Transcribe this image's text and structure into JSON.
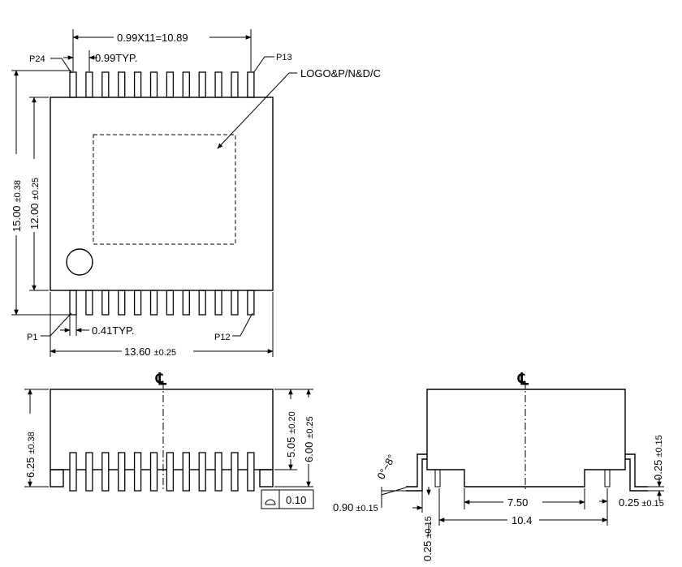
{
  "top_view": {
    "pitch_total": "0.99X11=10.89",
    "pitch_typ": "0.99TYP.",
    "pin_top_left": "P24",
    "pin_top_right": "P13",
    "pin_bottom_left": "P1",
    "pin_bottom_right": "P12",
    "marking": "LOGO&P/N&D/C",
    "lead_width": "0.41TYP.",
    "body_width_val": "13.60",
    "body_width_tol": "±0.25",
    "overall_height_val": "15.00",
    "overall_height_tol": "±0.38",
    "body_height_val": "12.00",
    "body_height_tol": "±0.25"
  },
  "side_view": {
    "centerline": "℄",
    "height_val": "6.25",
    "height_tol": "±0.38",
    "body_h_val": "5.05",
    "body_h_tol": "±0.20",
    "overall_val": "6.00",
    "overall_tol": "±0.25",
    "flatness": "0.10"
  },
  "end_view": {
    "centerline": "℄",
    "angle": "0°~8°",
    "foot_val": "0.90",
    "foot_tol": "±0.15",
    "standoff_val": "0.25",
    "standoff_tol": "±0.15",
    "inner_span": "7.50",
    "outer_span": "10.4",
    "lead_thk_val": "0.25",
    "lead_thk_tol": "±0.15",
    "right_thk_val": "0.25",
    "right_thk_tol": "±0.15"
  }
}
